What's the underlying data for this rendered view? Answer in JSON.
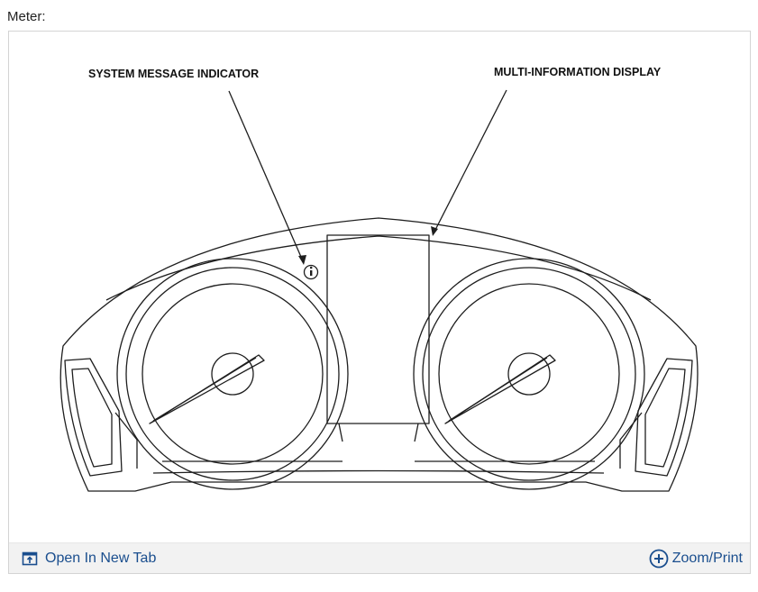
{
  "heading": "Meter:",
  "figure": {
    "callouts": {
      "system_message_indicator": "SYSTEM MESSAGE INDICATOR",
      "multi_information_display": "MULTI-INFORMATION DISPLAY"
    }
  },
  "toolbar": {
    "open_new_tab": "Open In New Tab",
    "zoom_print": "Zoom/Print",
    "link_color": "#1a4e8e"
  },
  "icons": {
    "open_new_tab": "open-new-tab-icon",
    "zoom": "zoom-plus-icon",
    "info": "info-icon"
  }
}
